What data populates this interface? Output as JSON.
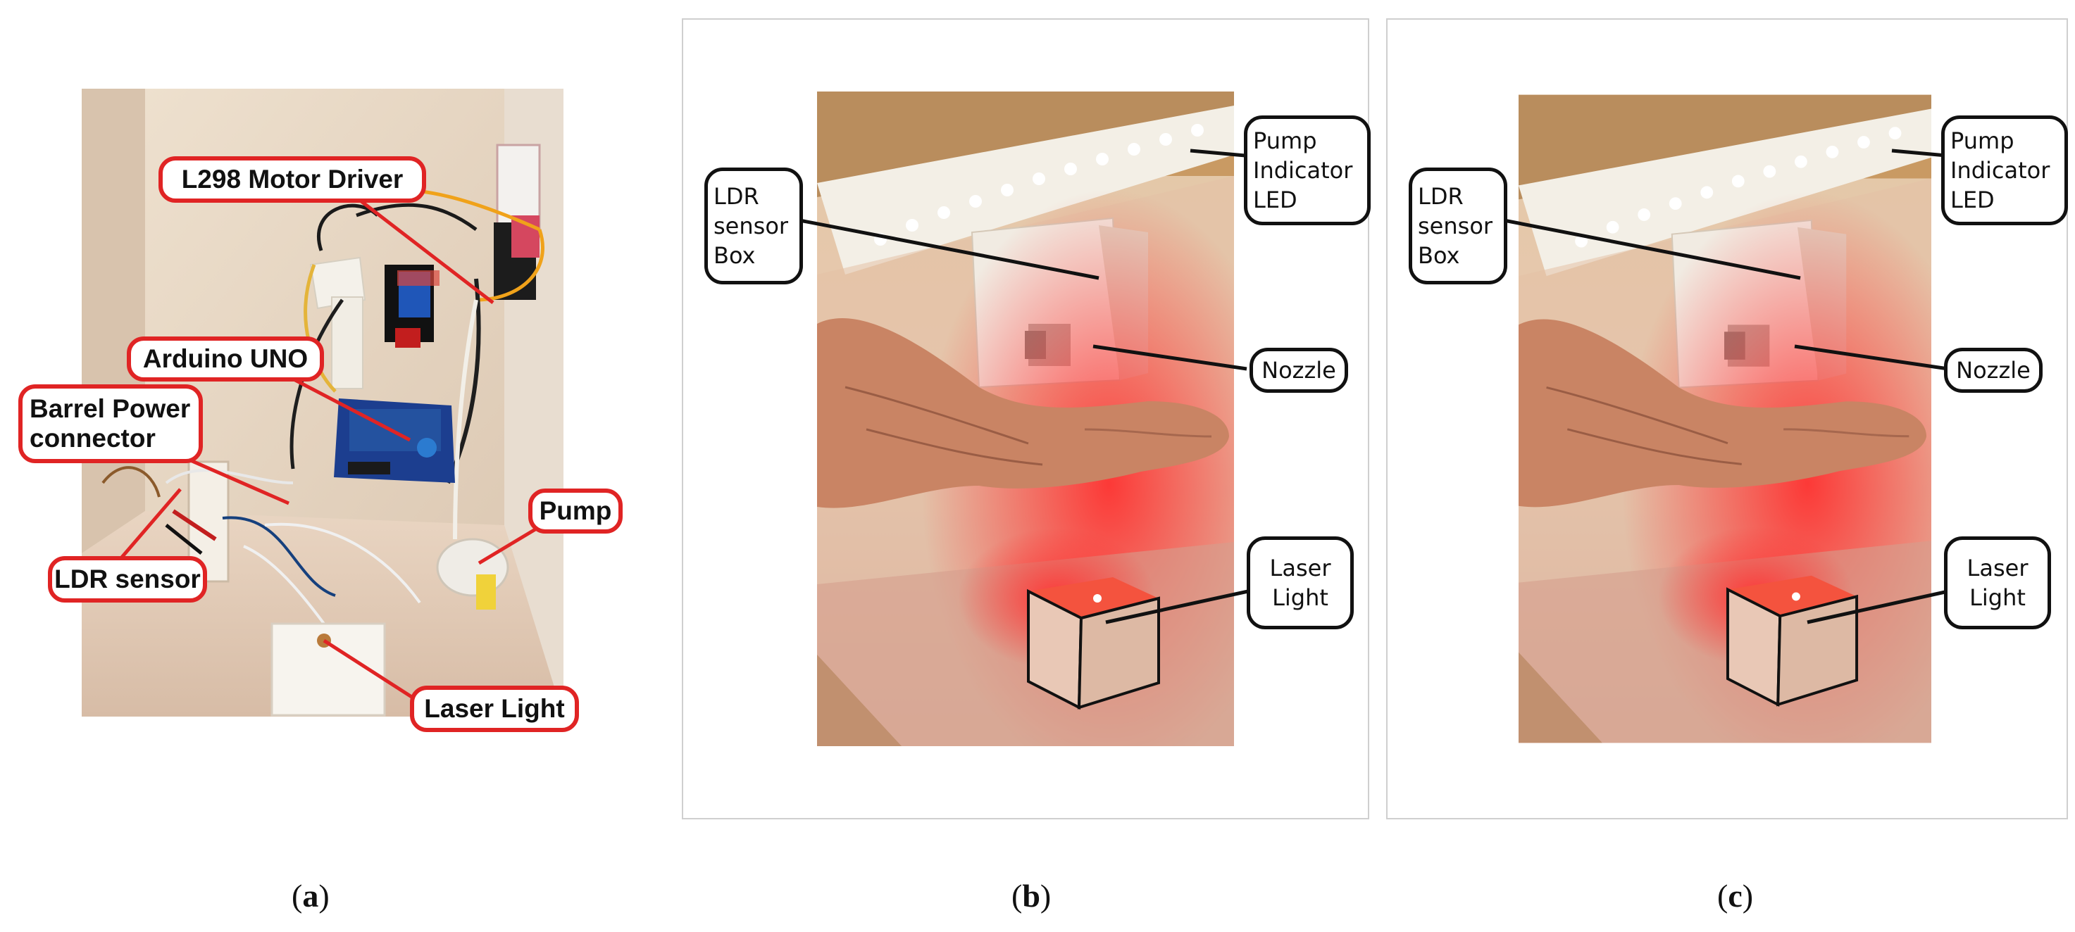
{
  "panels": {
    "a": {
      "caption": "a",
      "labels": {
        "motor_driver": "L298 Motor Driver",
        "arduino": "Arduino UNO",
        "barrel": "Barrel Power connector",
        "pump": "Pump",
        "ldr": "LDR sensor",
        "laser": "Laser Light"
      }
    },
    "b": {
      "caption": "b",
      "labels": {
        "ldr_box": "LDR sensor Box",
        "pump_led": "Pump Indicator LED",
        "nozzle": "Nozzle",
        "laser": "Laser Light"
      }
    },
    "c": {
      "caption": "c",
      "labels": {
        "ldr_box": "LDR sensor Box",
        "pump_led": "Pump Indicator LED",
        "nozzle": "Nozzle",
        "laser": "Laser Light"
      }
    }
  },
  "colors": {
    "callout_red": "#e02424",
    "callout_black": "#111111",
    "laser_red": "#ff2a2a"
  }
}
